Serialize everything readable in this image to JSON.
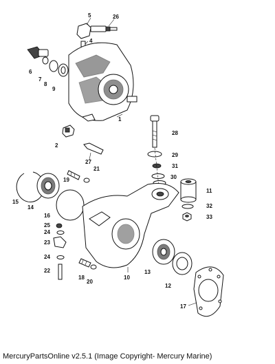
{
  "caption": "MercuryPartsOnline v2.5.1 (Image Copyright- Mercury Marine)",
  "callouts": {
    "c1": "1",
    "c2": "2",
    "c4": "4",
    "c5": "5",
    "c6": "6",
    "c7": "7",
    "c8": "8",
    "c9": "9",
    "c10": "10",
    "c11": "11",
    "c12": "12",
    "c13": "13",
    "c14": "14",
    "c15": "15",
    "c16": "16",
    "c17": "17",
    "c18": "18",
    "c19": "19",
    "c20": "20",
    "c21": "21",
    "c22": "22",
    "c23": "23",
    "c24a": "24",
    "c24b": "24",
    "c25": "25",
    "c26": "26",
    "c27": "27",
    "c28": "28",
    "c29": "29",
    "c30": "30",
    "c31": "31",
    "c32": "32",
    "c33": "33"
  }
}
